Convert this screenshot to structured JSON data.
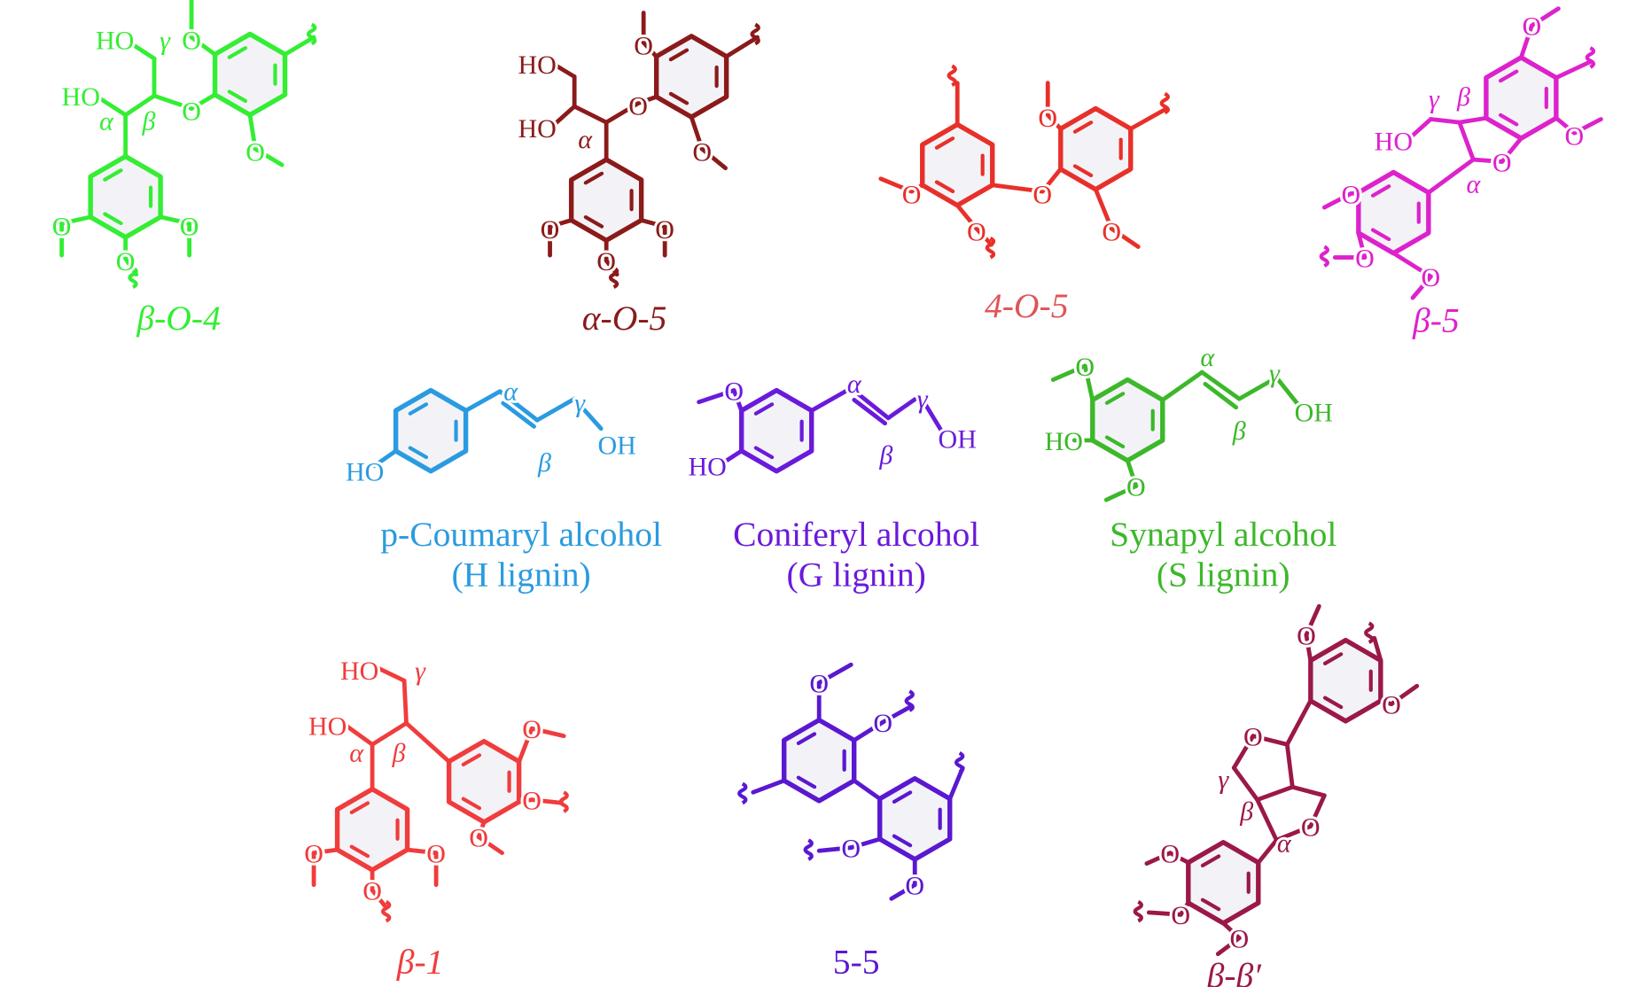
{
  "structures": [
    {
      "id": "beta-O-4",
      "caption": "β-O-4",
      "italic": true,
      "color": "#33ee33",
      "atoms": [
        "HO",
        "γ",
        "O",
        "HO",
        "α",
        "β",
        "O",
        "O",
        "O",
        "O",
        "O"
      ]
    },
    {
      "id": "alpha-O-5",
      "caption": "α-O-5",
      "italic": true,
      "color": "#8b1a1a",
      "atoms": [
        "HO",
        "HO",
        "α",
        "O",
        "O",
        "O",
        "O",
        "O",
        "O"
      ]
    },
    {
      "id": "4-O-5",
      "caption": "4-O-5",
      "italic": true,
      "color": "#e8302a",
      "caption_color": "#e05555",
      "atoms": [
        "O",
        "O",
        "O",
        "O",
        "O"
      ]
    },
    {
      "id": "beta-5",
      "caption": "β-5",
      "italic": true,
      "color": "#dd22cc",
      "atoms": [
        "O",
        "O",
        "γ",
        "β",
        "HO",
        "O",
        "α",
        "O",
        "O",
        "O"
      ]
    },
    {
      "id": "coumaryl",
      "caption": "p-Coumaryl alcohol",
      "caption2": "(H lignin)",
      "italic": false,
      "color": "#2a9be0",
      "atoms": [
        "HO",
        "α",
        "γ",
        "β",
        "OH"
      ]
    },
    {
      "id": "coniferyl",
      "caption": "Coniferyl alcohol",
      "caption2": "(G lignin)",
      "italic": false,
      "color": "#6a1adb",
      "atoms": [
        "O",
        "HO",
        "α",
        "γ",
        "β",
        "OH"
      ]
    },
    {
      "id": "synapyl",
      "caption": "Synapyl alcohol",
      "caption2": "(S lignin)",
      "italic": false,
      "color": "#3cb82a",
      "atoms": [
        "O",
        "HO",
        "O",
        "α",
        "γ",
        "β",
        "OH"
      ]
    },
    {
      "id": "beta-1",
      "caption": "β-1",
      "italic": true,
      "color": "#f03c3c",
      "atoms": [
        "HO",
        "γ",
        "HO",
        "α",
        "β",
        "O",
        "O",
        "O",
        "O",
        "O",
        "O"
      ]
    },
    {
      "id": "5-5",
      "caption": "5-5",
      "italic": false,
      "color": "#5a18d0",
      "atoms": [
        "O",
        "O",
        "O",
        "O"
      ]
    },
    {
      "id": "beta-beta-prime",
      "caption": "β-β′",
      "italic": true,
      "color": "#9b1848",
      "atoms": [
        "O",
        "O",
        "O",
        "γ",
        "β",
        "O",
        "α",
        "O",
        "O",
        "O"
      ]
    }
  ]
}
